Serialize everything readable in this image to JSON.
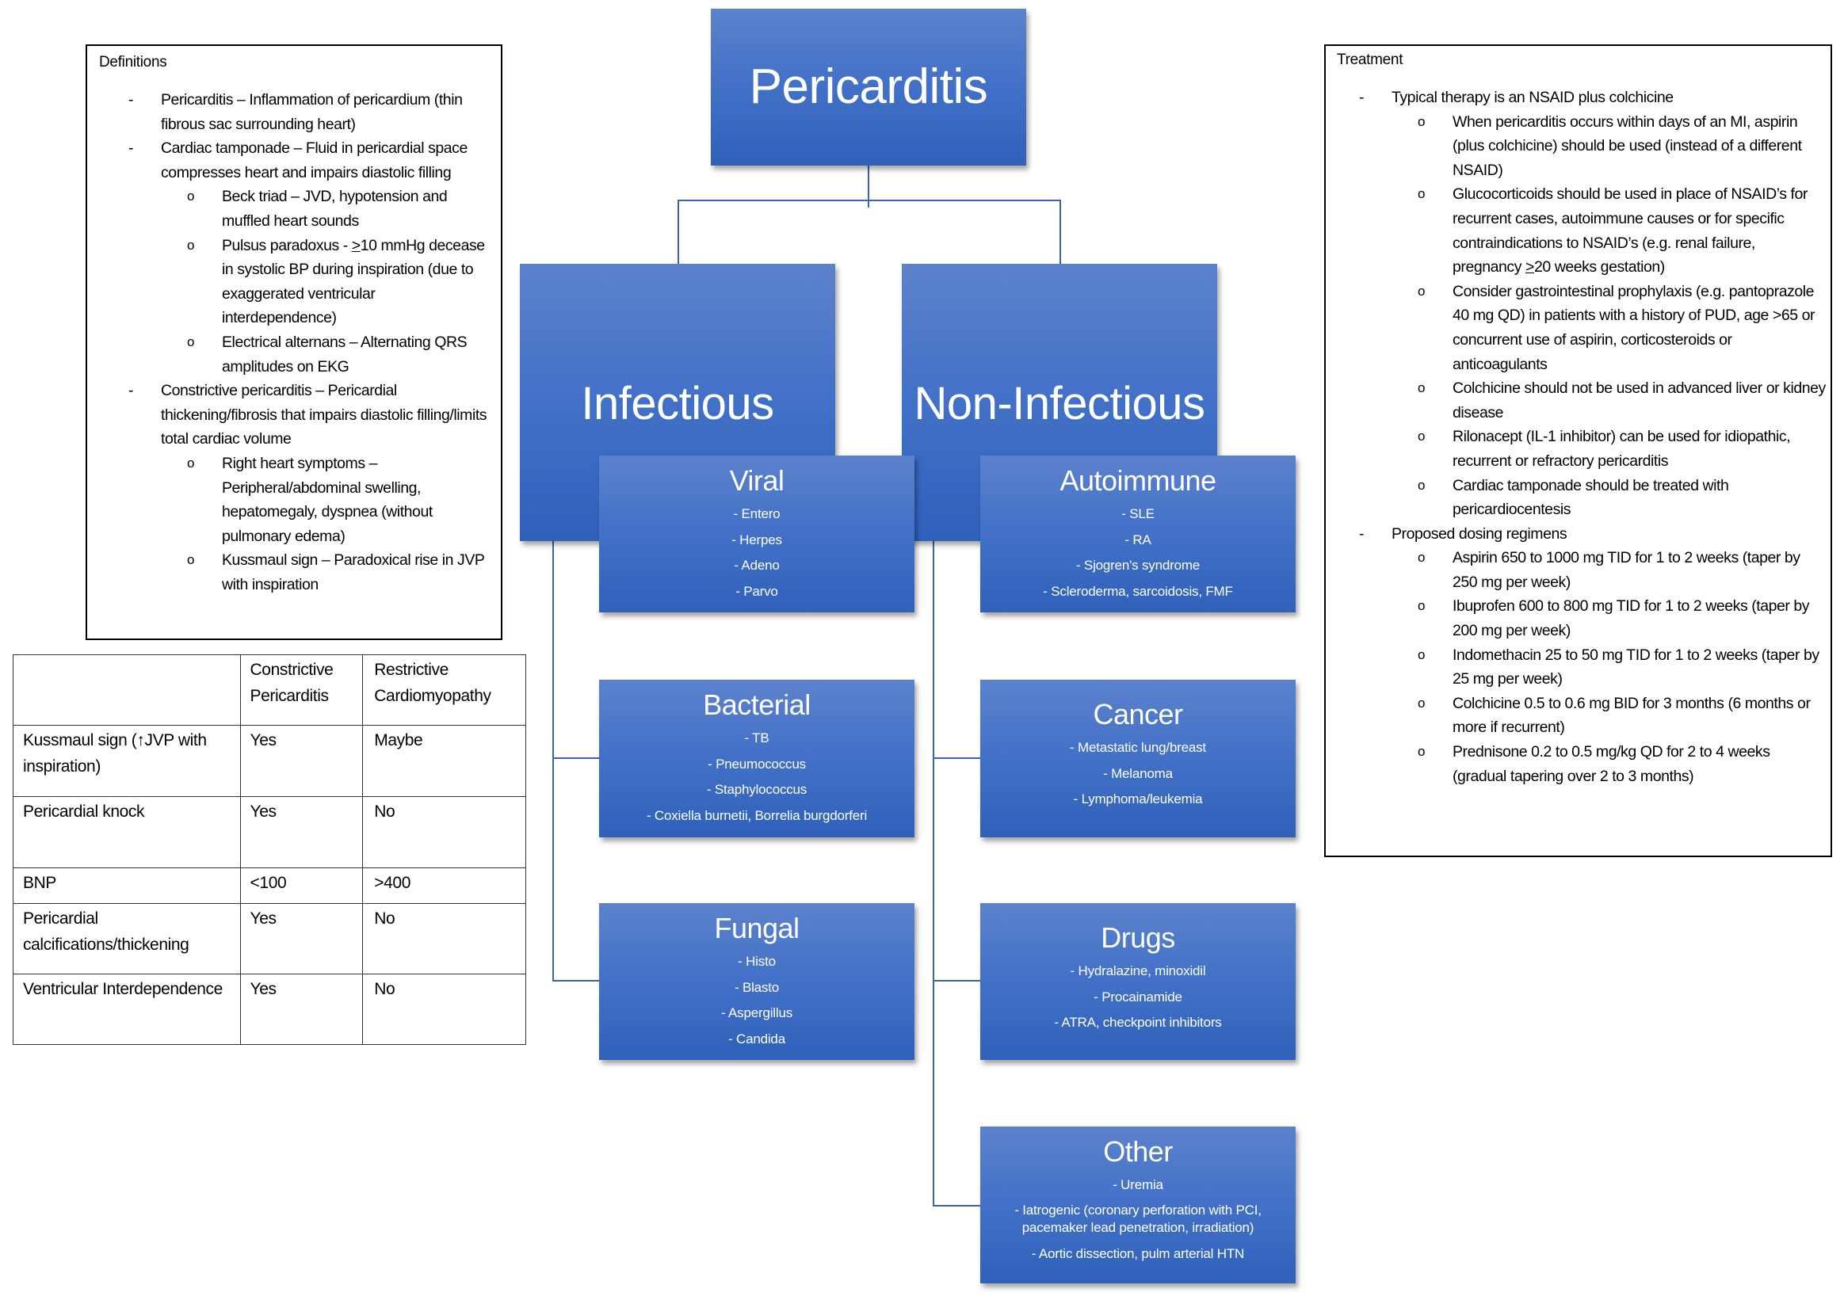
{
  "definitions": {
    "heading": "Definitions",
    "items": [
      {
        "level": 1,
        "bullet": "-",
        "text": "Pericarditis – Inflammation of pericardium (thin fibrous sac surrounding heart)"
      },
      {
        "level": 1,
        "bullet": "-",
        "text": "Cardiac tamponade – Fluid in pericardial space compresses heart and impairs diastolic filling"
      },
      {
        "level": 2,
        "bullet": "o",
        "text": "Beck triad – JVD, hypotension and muffled heart sounds"
      },
      {
        "level": 2,
        "bullet": "o",
        "text_before": "Pulsus paradoxus - ",
        "underlined": ">",
        "text_after": "10 mmHg decease in systolic BP during inspiration (due to exaggerated ventricular interdependence)"
      },
      {
        "level": 2,
        "bullet": "o",
        "text": "Electrical alternans – Alternating QRS amplitudes on EKG"
      },
      {
        "level": 1,
        "bullet": "-",
        "text": "Constrictive pericarditis – Pericardial thickening/fibrosis that impairs diastolic filling/limits total cardiac volume"
      },
      {
        "level": 2,
        "bullet": "o",
        "text": "Right heart symptoms – Peripheral/abdominal swelling, hepatomegaly, dyspnea (without pulmonary edema)"
      },
      {
        "level": 2,
        "bullet": "o",
        "text": "Kussmaul sign – Paradoxical rise in JVP with inspiration"
      }
    ]
  },
  "comparison_table": {
    "headers": [
      "",
      "Constrictive Pericarditis",
      "Restrictive Cardiomyopathy"
    ],
    "rows": [
      [
        "Kussmaul sign (↑JVP with inspiration)",
        "Yes",
        "Maybe"
      ],
      [
        "Pericardial knock",
        "Yes",
        "No"
      ],
      [
        "BNP",
        "<100",
        ">400"
      ],
      [
        "Pericardial calcifications/thickening",
        "Yes",
        "No"
      ],
      [
        "Ventricular Interdependence",
        "Yes",
        "No"
      ]
    ]
  },
  "diagram": {
    "root": "Pericarditis",
    "branches": [
      {
        "title": "Infectious",
        "categories": [
          {
            "title": "Viral",
            "items": [
              "- Entero",
              "- Herpes",
              "- Adeno",
              "- Parvo"
            ]
          },
          {
            "title": "Bacterial",
            "items": [
              "- TB",
              "- Pneumococcus",
              "- Staphylococcus",
              "- Coxiella burnetii, Borrelia burgdorferi"
            ]
          },
          {
            "title": "Fungal",
            "items": [
              "- Histo",
              "- Blasto",
              "- Aspergillus",
              "- Candida"
            ]
          }
        ]
      },
      {
        "title": "Non-Infectious",
        "categories": [
          {
            "title": "Autoimmune",
            "items": [
              "- SLE",
              "- RA",
              "- Sjogren's syndrome",
              "- Scleroderma, sarcoidosis, FMF"
            ]
          },
          {
            "title": "Cancer",
            "items": [
              "- Metastatic lung/breast",
              "- Melanoma",
              "- Lymphoma/leukemia"
            ]
          },
          {
            "title": "Drugs",
            "items": [
              "- Hydralazine, minoxidil",
              "- Procainamide",
              "- ATRA, checkpoint inhibitors"
            ]
          },
          {
            "title": "Other",
            "items": [
              "- Uremia",
              "- Iatrogenic (coronary perforation with PCI, pacemaker lead penetration, irradiation)",
              "- Aortic dissection, pulm arterial HTN"
            ]
          }
        ]
      }
    ],
    "colors": {
      "box_top": "#5c82cc",
      "box_bottom": "#2f61bb",
      "connector": "#3d63ab",
      "text": "#ffffff"
    }
  },
  "treatment": {
    "heading": "Treatment",
    "items": [
      {
        "level": 1,
        "bullet": "-",
        "text": "Typical therapy is an NSAID plus colchicine"
      },
      {
        "level": 2,
        "bullet": "o",
        "text": "When pericarditis occurs within days of an MI, aspirin (plus colchicine) should be used (instead of a different NSAID)"
      },
      {
        "level": 2,
        "bullet": "o",
        "text_before": "Glucocorticoids should be used in place of NSAID’s for recurrent cases, autoimmune causes or for specific contraindications to NSAID’s (e.g. renal failure, pregnancy ",
        "underlined": ">",
        "text_after": "20 weeks gestation)"
      },
      {
        "level": 2,
        "bullet": "o",
        "text": "Consider gastrointestinal prophylaxis (e.g. pantoprazole 40 mg QD) in patients with a history of PUD, age >65 or concurrent use of aspirin, corticosteroids or anticoagulants"
      },
      {
        "level": 2,
        "bullet": "o",
        "text": "Colchicine should not be used in advanced liver or kidney disease"
      },
      {
        "level": 2,
        "bullet": "o",
        "text": "Rilonacept (IL-1 inhibitor) can be used for idiopathic, recurrent or refractory pericarditis"
      },
      {
        "level": 2,
        "bullet": "o",
        "text": "Cardiac tamponade should be treated with pericardiocentesis"
      },
      {
        "level": 1,
        "bullet": "-",
        "text": "Proposed dosing regimens"
      },
      {
        "level": 2,
        "bullet": "o",
        "text": "Aspirin 650 to 1000 mg TID for 1 to 2 weeks (taper by 250 mg per week)"
      },
      {
        "level": 2,
        "bullet": "o",
        "text": "Ibuprofen 600 to 800 mg TID for 1 to 2 weeks (taper by 200 mg per week)"
      },
      {
        "level": 2,
        "bullet": "o",
        "text": "Indomethacin 25 to 50 mg TID for 1 to 2 weeks (taper by 25 mg per week)"
      },
      {
        "level": 2,
        "bullet": "o",
        "text": "Colchicine 0.5 to 0.6 mg BID for 3 months (6 months or more if recurrent)"
      },
      {
        "level": 2,
        "bullet": "o",
        "text": "Prednisone 0.2 to 0.5 mg/kg QD for 2 to 4 weeks (gradual tapering over 2 to 3 months)"
      }
    ]
  }
}
